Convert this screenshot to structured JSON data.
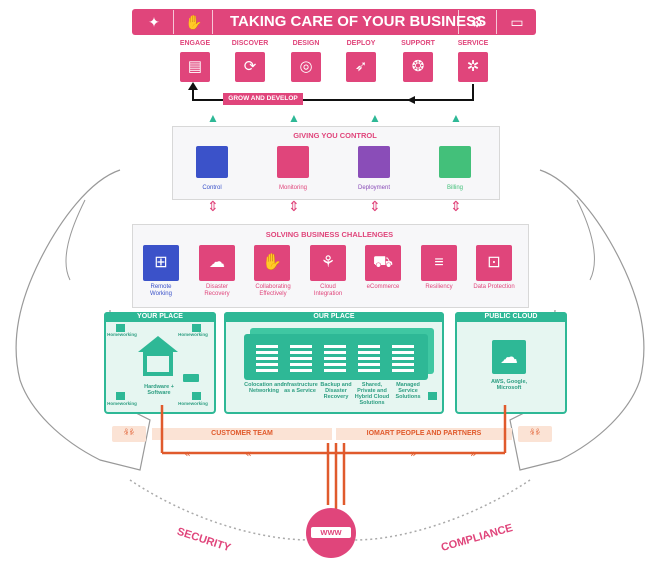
{
  "banner": {
    "title": "TAKING CARE OF YOUR BUSINESS",
    "icons": [
      "lightbulb-icon",
      "handshake-icon",
      "gear-icon",
      "laptop-icon"
    ]
  },
  "stages": [
    {
      "label": "ENGAGE",
      "icon": "clipboard-icon"
    },
    {
      "label": "DISCOVER",
      "icon": "cycle-gear-icon"
    },
    {
      "label": "DESIGN",
      "icon": "target-icon"
    },
    {
      "label": "DEPLOY",
      "icon": "rocket-icon"
    },
    {
      "label": "SUPPORT",
      "icon": "brain-icon"
    },
    {
      "label": "SERVICE",
      "icon": "gears-icon"
    }
  ],
  "grow_label": "GROW AND DEVELOP",
  "control": {
    "title": "GIVING YOU CONTROL",
    "items": [
      {
        "label": "Control",
        "color": "#3b52c9"
      },
      {
        "label": "Monitoring",
        "color": "#e0457b"
      },
      {
        "label": "Deployment",
        "color": "#8a4db8"
      },
      {
        "label": "Billing",
        "color": "#43c07a"
      }
    ]
  },
  "challenges": {
    "title": "SOLVING BUSINESS CHALLENGES",
    "items": [
      {
        "label": "Remote Working",
        "icon": "network-icon",
        "color": "#3b52c9"
      },
      {
        "label": "Disaster Recovery",
        "icon": "cloud-upload-icon",
        "color": "#e0457b"
      },
      {
        "label": "Collaborating Effectively",
        "icon": "handshake-icon",
        "color": "#e0457b"
      },
      {
        "label": "Cloud Integration",
        "icon": "nodes-icon",
        "color": "#e0457b"
      },
      {
        "label": "eCommerce",
        "icon": "cart-icon",
        "color": "#e0457b"
      },
      {
        "label": "Resiliency",
        "icon": "layers-icon",
        "color": "#e0457b"
      },
      {
        "label": "Data Protection",
        "icon": "lock-doc-icon",
        "color": "#e0457b"
      }
    ]
  },
  "your_place": {
    "title": "YOUR PLACE",
    "homeworking": "Homeworking",
    "center": "Hardware + Software"
  },
  "our_place": {
    "title": "OUR PLACE",
    "items": [
      "Colocation and Networking",
      "Infrastructure as a Service",
      "Backup and Disaster Recovery",
      "Shared, Private and Hybrid Cloud Solutions",
      "Managed Service Solutions"
    ]
  },
  "public_cloud": {
    "title": "PUBLIC CLOUD",
    "label": "AWS, Google, Microsoft"
  },
  "customer_team": "CUSTOMER TEAM",
  "iomart_people": "IOMART PEOPLE AND PARTNERS",
  "security": "SECURITY",
  "compliance": "COMPLIANCE",
  "www": "WWW",
  "colors": {
    "pink": "#e0457b",
    "teal": "#2eb896",
    "orange": "#e05a2c"
  }
}
